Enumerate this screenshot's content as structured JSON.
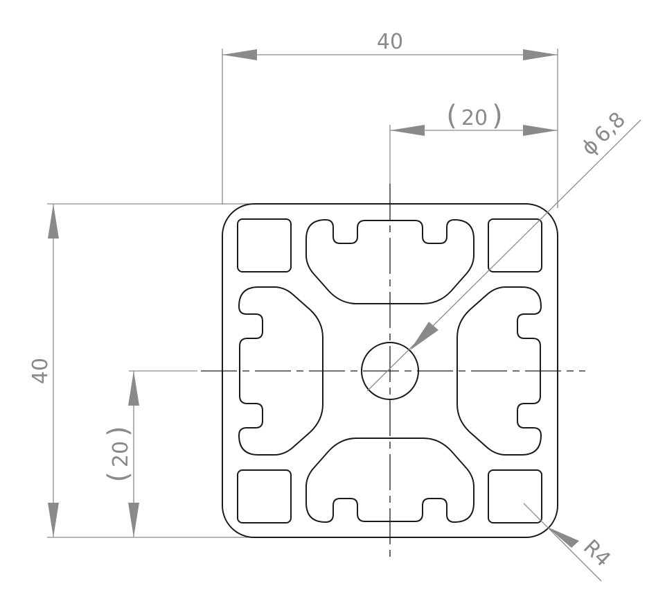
{
  "dimensions": {
    "overall_width": "40",
    "half_width": "20",
    "overall_height": "40",
    "half_height": "20",
    "paren_open": "(",
    "paren_close": ")",
    "bore_diameter_symbol": "ϕ",
    "bore_diameter": "6,8",
    "corner_radius": "R4"
  },
  "colors": {
    "outline": "#1a1a1a",
    "dimension": "#8a8a8a"
  }
}
